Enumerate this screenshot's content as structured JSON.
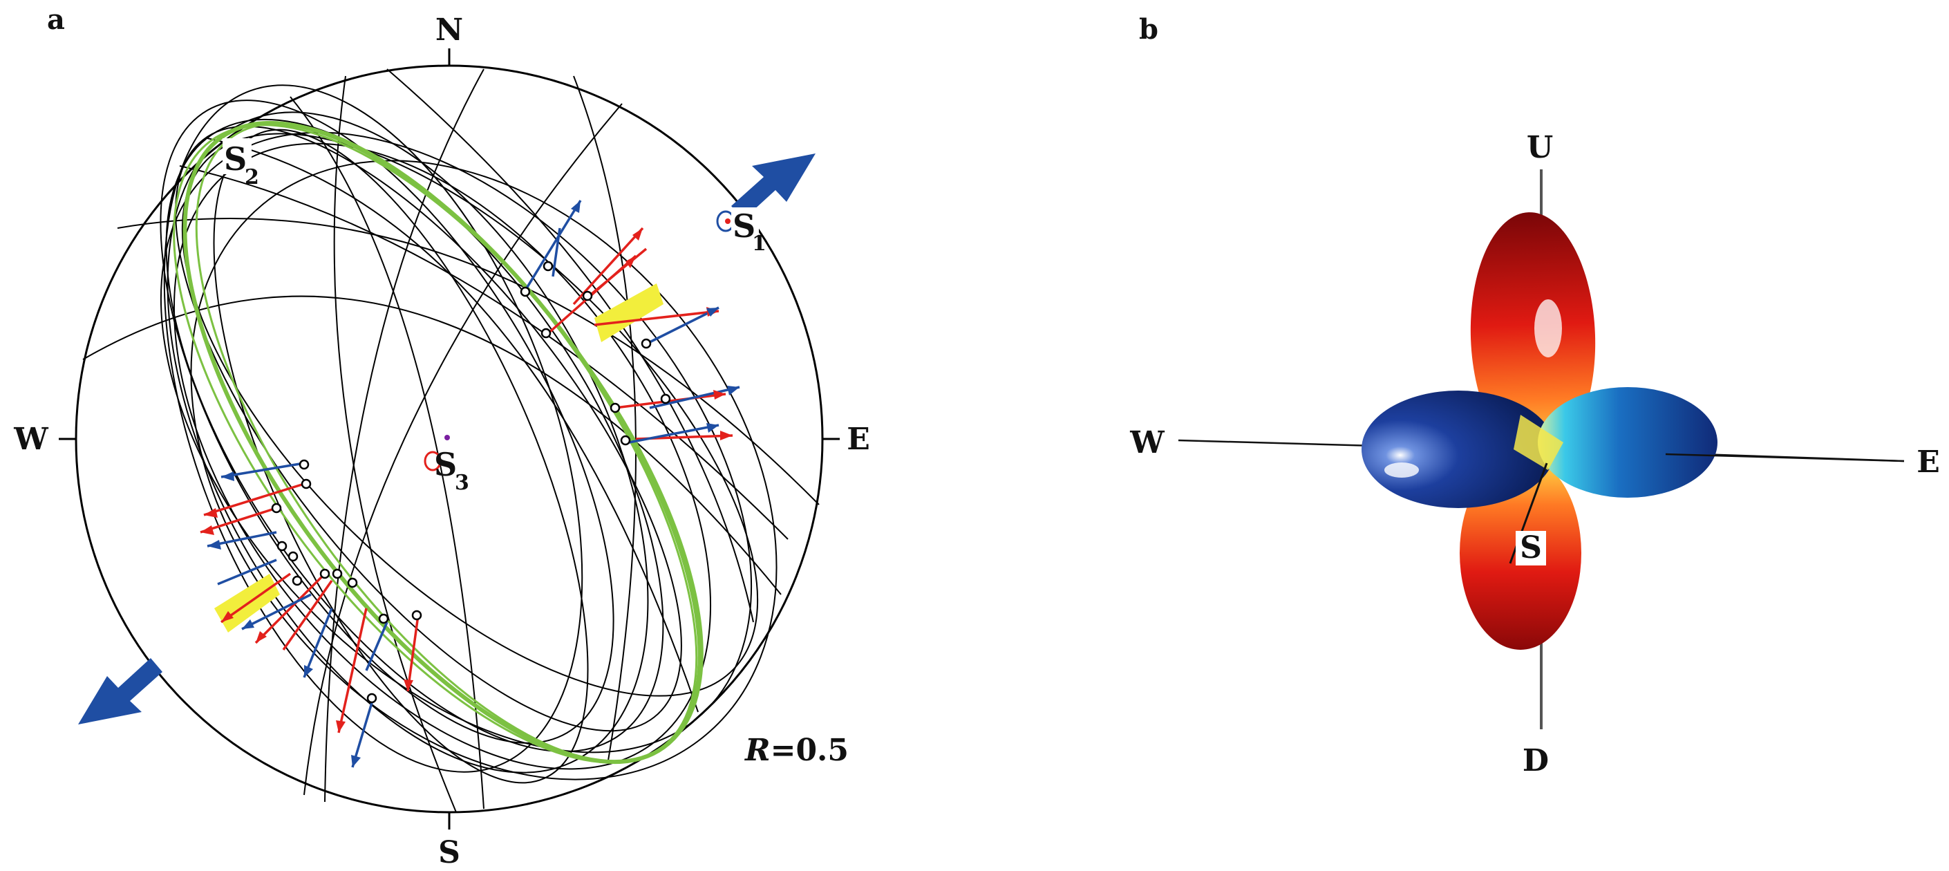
{
  "panel_a": {
    "label": "a",
    "directions": {
      "n": "N",
      "s": "S",
      "w": "W",
      "e": "E"
    },
    "stress_axes": {
      "s1": "S",
      "s1_sub": "1",
      "s2": "S",
      "s2_sub": "2",
      "s3": "S",
      "s3_sub": "3"
    },
    "ratio": {
      "symbol": "R",
      "value": "=0.5"
    }
  },
  "panel_b": {
    "label": "b",
    "axes": {
      "u": "U",
      "d": "D",
      "w": "W",
      "e": "E",
      "s": "S"
    }
  },
  "colors": {
    "great_circle": "#000000",
    "green_circle": "#7cc142",
    "slip_arrow_red": "#e3211c",
    "slip_arrow_blue": "#1f4ea3",
    "compression_arrow": "#1f4ea3",
    "yellow_zone": "#f2ee3c",
    "lobe_red": "#d81e1e",
    "lobe_blue": "#14318a"
  }
}
